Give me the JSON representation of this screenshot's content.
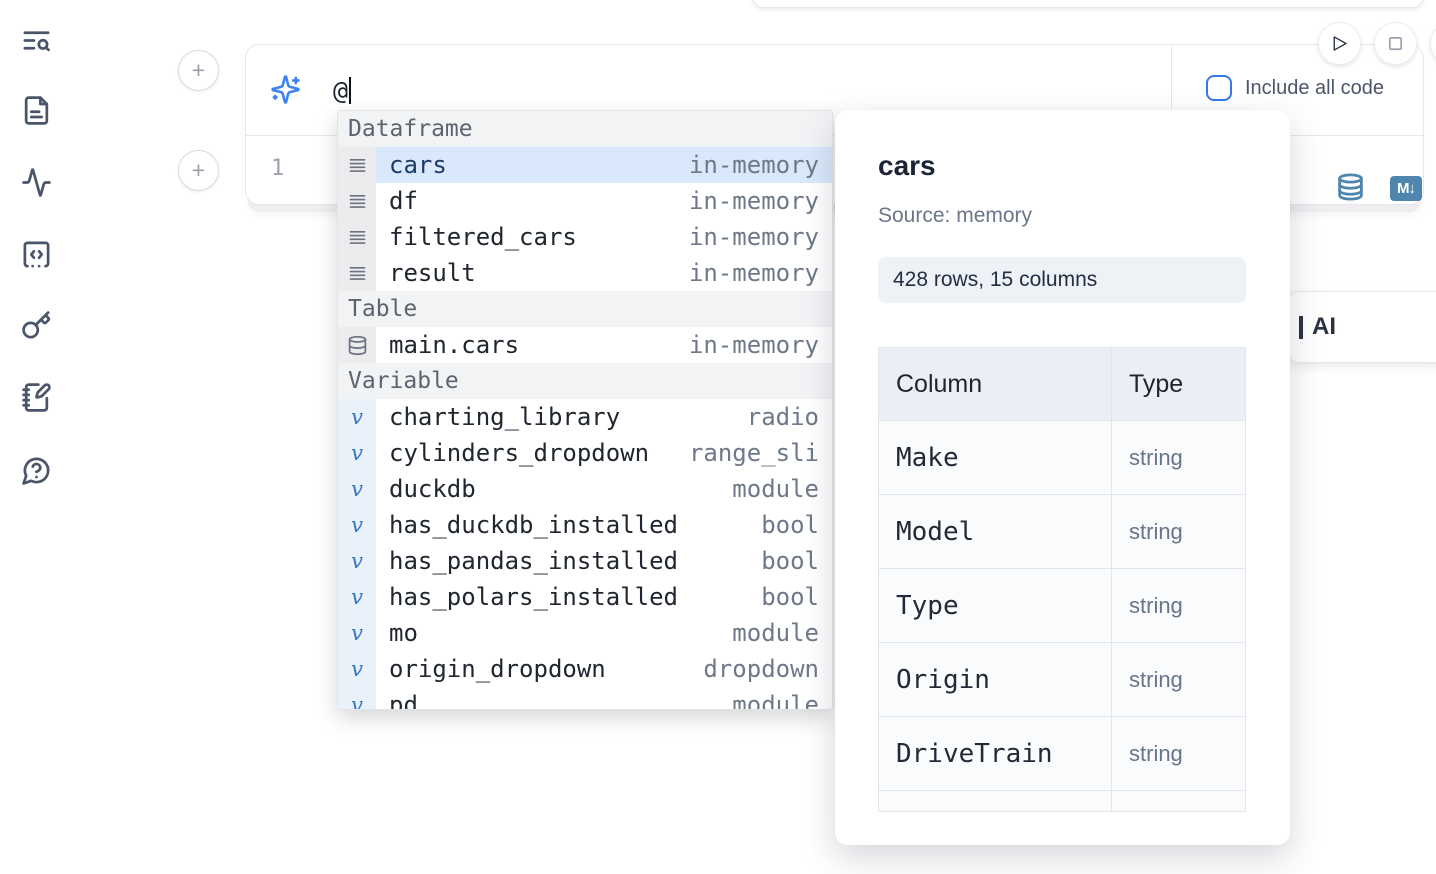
{
  "colors": {
    "accent_blue": "#3b82f6",
    "steel_blue": "#4e86ad",
    "selection_blue": "#d9e8fa",
    "icon_slate": "#4b5569"
  },
  "sidebar": {
    "items": [
      {
        "icon": "toc-search-icon"
      },
      {
        "icon": "file-icon"
      },
      {
        "icon": "activity-icon"
      },
      {
        "icon": "code-snippets-icon"
      },
      {
        "icon": "key-icon"
      },
      {
        "icon": "scratchpad-icon"
      },
      {
        "icon": "help-chat-icon"
      }
    ]
  },
  "cell": {
    "add_button_label": "+",
    "line_number": "1",
    "markdown_badge": "M↓"
  },
  "ai_input": {
    "value": "@",
    "include_all_code_label": "Include all code",
    "include_all_code_checked": false
  },
  "ai_button": {
    "label": "AI"
  },
  "autocomplete": {
    "sections": [
      {
        "label": "Dataframe",
        "kind": "dataframe",
        "items": [
          {
            "name": "cars",
            "type": "in-memory",
            "selected": true
          },
          {
            "name": "df",
            "type": "in-memory"
          },
          {
            "name": "filtered_cars",
            "type": "in-memory"
          },
          {
            "name": "result",
            "type": "in-memory"
          }
        ]
      },
      {
        "label": "Table",
        "kind": "table",
        "items": [
          {
            "name": "main.cars",
            "type": "in-memory"
          }
        ]
      },
      {
        "label": "Variable",
        "kind": "variable",
        "items": [
          {
            "name": "charting_library",
            "type": "radio"
          },
          {
            "name": "cylinders_dropdown",
            "type": "range_sli"
          },
          {
            "name": "duckdb",
            "type": "module"
          },
          {
            "name": "has_duckdb_installed",
            "type": "bool"
          },
          {
            "name": "has_pandas_installed",
            "type": "bool"
          },
          {
            "name": "has_polars_installed",
            "type": "bool"
          },
          {
            "name": "mo",
            "type": "module"
          },
          {
            "name": "origin_dropdown",
            "type": "dropdown"
          },
          {
            "name": "pd",
            "type": "module"
          }
        ]
      }
    ]
  },
  "preview": {
    "title": "cars",
    "source": "Source: memory",
    "shape": "428 rows, 15 columns",
    "table": {
      "headers": [
        "Column",
        "Type"
      ],
      "rows": [
        [
          "Make",
          "string"
        ],
        [
          "Model",
          "string"
        ],
        [
          "Type",
          "string"
        ],
        [
          "Origin",
          "string"
        ],
        [
          "DriveTrain",
          "string"
        ],
        [
          "",
          ""
        ]
      ]
    }
  }
}
